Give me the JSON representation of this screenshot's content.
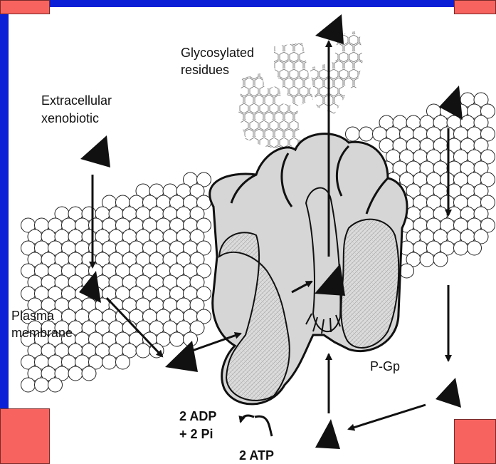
{
  "colors": {
    "frame_blue": "#0b1fd6",
    "corner_red": "#f7645f",
    "protein_fill": "#d6d6d6",
    "ink": "#111111"
  },
  "labels": {
    "glycosylated_line1": "Glycosylated",
    "glycosylated_line2": "residues",
    "extracellular_line1": "Extracellular",
    "extracellular_line2": "xenobiotic",
    "plasma_line1": "Plasma",
    "plasma_line2": "membrane",
    "pgp": "P-Gp",
    "adp_line1": "2 ADP",
    "adp_line2": "+ 2 Pi",
    "atp": "2 ATP"
  }
}
